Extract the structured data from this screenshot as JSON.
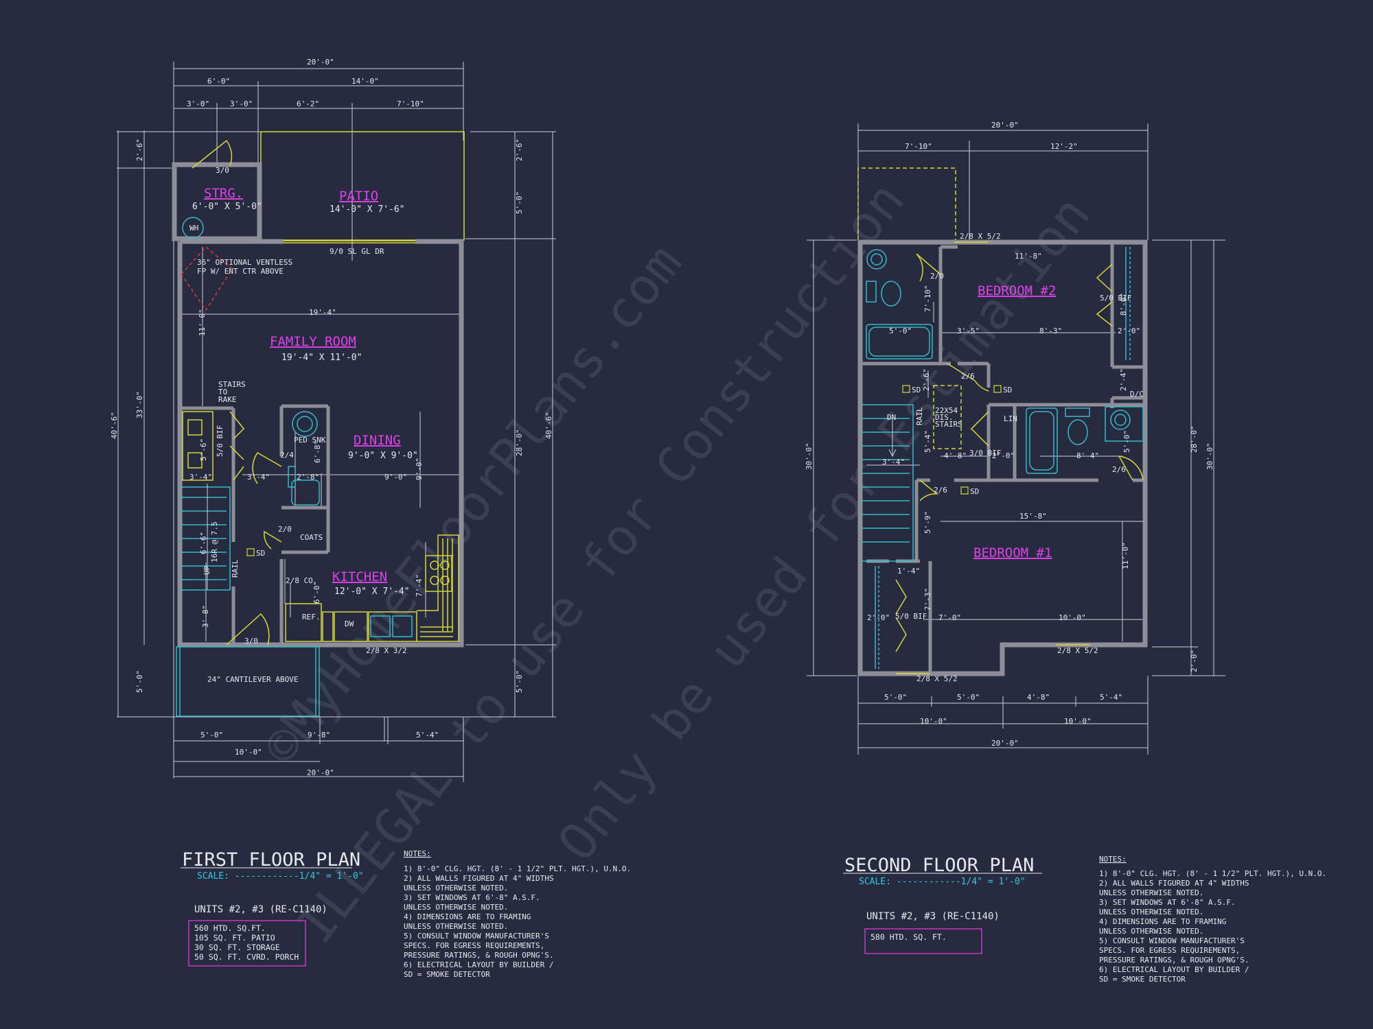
{
  "watermark": {
    "line1": "©MyHomeFloorPlans.com",
    "line2": "ILLEGAL to use for Construction",
    "line3": "Only be used for Estimation"
  },
  "first_floor": {
    "title": "FIRST FLOOR PLAN",
    "scale": "SCALE: ------------1/4\" = 1'-0\"",
    "units": "UNITS #2, #3 (RE-C1140)",
    "areas": [
      "560 HTD. SQ.FT.",
      "105 SQ. FT. PATIO",
      "30 SQ. FT. STORAGE",
      "50 SQ. FT. CVRD. PORCH"
    ],
    "rooms": {
      "strg": "STRG.",
      "strg_size": "6'-0\" X 5'-0\"",
      "patio": "PATIO",
      "patio_size": "14'-0\" X 7'-6\"",
      "family": "FAMILY ROOM",
      "family_size": "19'-4\" X 11'-0\"",
      "dining": "DINING",
      "dining_size": "9'-0\" X 9'-0\"",
      "kitchen": "KITCHEN",
      "kitchen_size": "12'-0\" X 7'-4\""
    },
    "labels": {
      "wh": "WH",
      "door_strg": "3/0",
      "slider": "9/0 SL GL DR",
      "fp1": "36\" OPTIONAL VENTLESS",
      "fp2": "FP W/ ENT CTR ABOVE",
      "stairs1": "STAIRS",
      "stairs2": "TO",
      "stairs3": "RAKE",
      "ped": "PED SNK",
      "d24": "2/4",
      "d20": "2/0",
      "coats": "COATS",
      "sd": "SD",
      "d28co": "2/8 CO",
      "ref": "REF.",
      "dw": "DW",
      "win": "2/8 X 3/2",
      "entry": "3/0",
      "cant": "24\" CANTILEVER ABOVE",
      "rail": "RAIL",
      "up": "UP",
      "bif": "5/0 BIF",
      "risers": "16R @ 7.5"
    },
    "dims": {
      "top_total": "20'-0\"",
      "top_a": "6'-0\"",
      "top_b": "14'-0\"",
      "top_c": "3'-0\"",
      "top_d": "3'-0\"",
      "top_e": "6'-2\"",
      "top_f": "7'-10\"",
      "left_a": "2'-6\"",
      "left_b": "33'-0\"",
      "left_c": "40'-6\"",
      "left_d": "5'-0\"",
      "right_a": "2'-6\"",
      "right_b": "5'-0\"",
      "right_c": "28'-0\"",
      "right_d": "40'-6\"",
      "right_e": "5'-0\"",
      "bot_a": "5'-0\"",
      "bot_b": "9'-8\"",
      "bot_c": "5'-4\"",
      "bot_d": "10'-0\"",
      "bot_e": "20'-0\"",
      "fr_w": "19'-4\"",
      "fr_h": "11'-0\"",
      "din_w": "9'-0\"",
      "din_h": "9'-0\"",
      "k_h": "7'-4\"",
      "stair_w": "3'-4\"",
      "st1": "5'-6\"",
      "st2": "3'-4\"",
      "st3": "6'-6\"",
      "st4": "3'-8\"",
      "pw_h": "6'-8\"",
      "pw_w": "2'-8\"",
      "k_v": "6'-0\""
    },
    "notes_title": "NOTES:",
    "notes": [
      "1) 8'-0\" CLG. HGT. (8' - 1 1/2\" PLT. HGT.), U.N.O.",
      "2) ALL WALLS FIGURED AT 4\" WIDTHS",
      "   UNLESS OTHERWISE NOTED.",
      "3) SET WINDOWS AT 6'-8\" A.S.F.",
      "   UNLESS OTHERWISE NOTED.",
      "4) DIMENSIONS ARE TO FRAMING",
      "   UNLESS OTHERWISE NOTED.",
      "5) CONSULT WINDOW MANUFACTURER'S",
      "   SPECS. FOR EGRESS REQUIREMENTS,",
      "   PRESSURE RATINGS, & ROUGH OPNG'S.",
      "6) ELECTRICAL LAYOUT BY BUILDER /",
      "   SD = SMOKE DETECTOR"
    ]
  },
  "second_floor": {
    "title": "SECOND FLOOR PLAN",
    "scale": "SCALE: ------------1/4\" = 1'-0\"",
    "units": "UNITS #2, #3 (RE-C1140)",
    "areas": [
      "580 HTD. SQ. FT."
    ],
    "rooms": {
      "bed2": "BEDROOM #2",
      "bed1": "BEDROOM #1"
    },
    "labels": {
      "win_top": "2/8 X 5/2",
      "d20": "2/0",
      "d26": "2/6",
      "sd": "SD",
      "bif": "5/0 BIF",
      "dc": "D/C",
      "dn": "DN",
      "rail": "RAIL",
      "stairs1": "22X54",
      "stairs2": "DIS.",
      "stairs3": "STAIRS",
      "bif30": "3/0 BIF",
      "lin": "LIN",
      "d26b": "2/6",
      "d26c": "2/6",
      "bif50": "5/0 BIF",
      "win_b1": "2/8 X 5/2",
      "win_b2": "2/8 X 5/2"
    },
    "dims": {
      "top_total": "20'-0\"",
      "top_a": "7'-10\"",
      "top_b": "12'-2\"",
      "left": "30'-0\"",
      "right_a": "28'-0\"",
      "right_b": "30'-0\"",
      "right_c": "2'-0\"",
      "bot_a": "5'-0\"",
      "bot_b": "5'-0\"",
      "bot_c": "4'-8\"",
      "bot_d": "5'-4\"",
      "bot_e": "10'-0\"",
      "bot_f": "10'-0\"",
      "bot_g": "20'-0\"",
      "b2_w": "11'-8\"",
      "b2_a": "3'-5\"",
      "b2_b": "8'-3\"",
      "bath_w": "5'-0\"",
      "bath_h": "7'-10\"",
      "clo_w": "2'-0\"",
      "clo_h": "8'-0\"",
      "dc_h": "2'-4\"",
      "st_w": "3'-4\"",
      "st_h": "5'-4\"",
      "st_c": "4'-8\"",
      "lin_w": "2'-0\"",
      "bath2_w": "8'-4\"",
      "bath2_h": "5'-0\"",
      "b1_w": "15'-8\"",
      "b1_h": "11'-0\"",
      "b1_a": "5'-9\"",
      "b1_b": "1'-4\"",
      "b1_c": "7'-3\"",
      "b1_d": "7'-0\"",
      "b1_e": "10'-0\"",
      "clo2_w": "2'-0\"",
      "hall_h": "2'-6\""
    },
    "notes_title": "NOTES:",
    "notes": [
      "1) 8'-0\" CLG. HGT. (8' - 1 1/2\" PLT. HGT.), U.N.O.",
      "2) ALL WALLS FIGURED AT 4\" WIDTHS",
      "   UNLESS OTHERWISE NOTED.",
      "3) SET WINDOWS AT 6'-8\" A.S.F.",
      "   UNLESS OTHERWISE NOTED.",
      "4) DIMENSIONS ARE TO FRAMING",
      "   UNLESS OTHERWISE NOTED.",
      "5) CONSULT WINDOW MANUFACTURER'S",
      "   SPECS. FOR EGRESS REQUIREMENTS,",
      "   PRESSURE RATINGS, & ROUGH OPNG'S.",
      "6) ELECTRICAL LAYOUT BY BUILDER /",
      "   SD = SMOKE DETECTOR"
    ]
  }
}
